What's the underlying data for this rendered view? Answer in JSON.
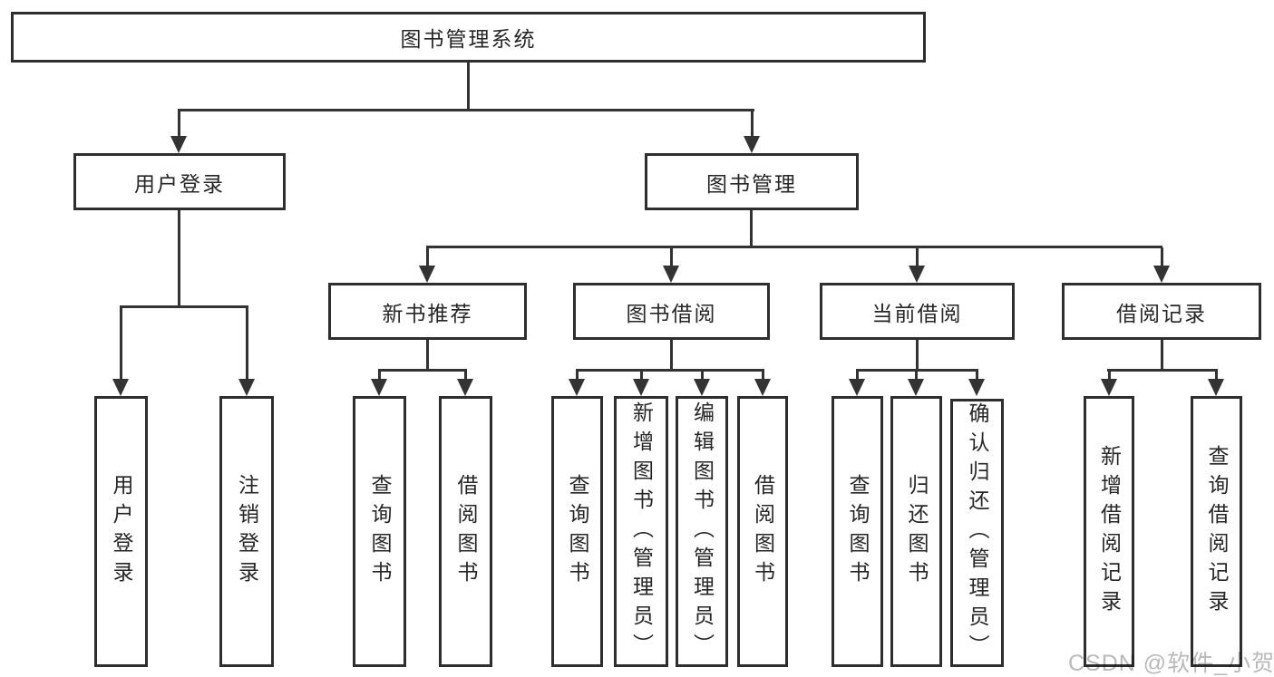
{
  "diagram": {
    "root": "图书管理系统",
    "level2": [
      "用户登录",
      "图书管理"
    ],
    "level3": [
      "新书推荐",
      "图书借阅",
      "当前借阅",
      "借阅记录"
    ],
    "leaves": {
      "login": [
        "用户登录",
        "注销登录"
      ],
      "recommend": [
        "查询图书",
        "借阅图书"
      ],
      "borrow": [
        "查询图书",
        "新增图书（管理员）",
        "编辑图书（管理员）",
        "借阅图书"
      ],
      "current": [
        "查询图书",
        "归还图书",
        "确认归还（管理员）"
      ],
      "records": [
        "新增借阅记录",
        "查询借阅记录"
      ]
    }
  },
  "watermark": "CSDN @软件_小贺同学",
  "colors": {
    "line": "#333333",
    "border": "#2e2e2e",
    "text": "#262626",
    "watermark": "#b9b9bb",
    "background": "#ffffff"
  }
}
